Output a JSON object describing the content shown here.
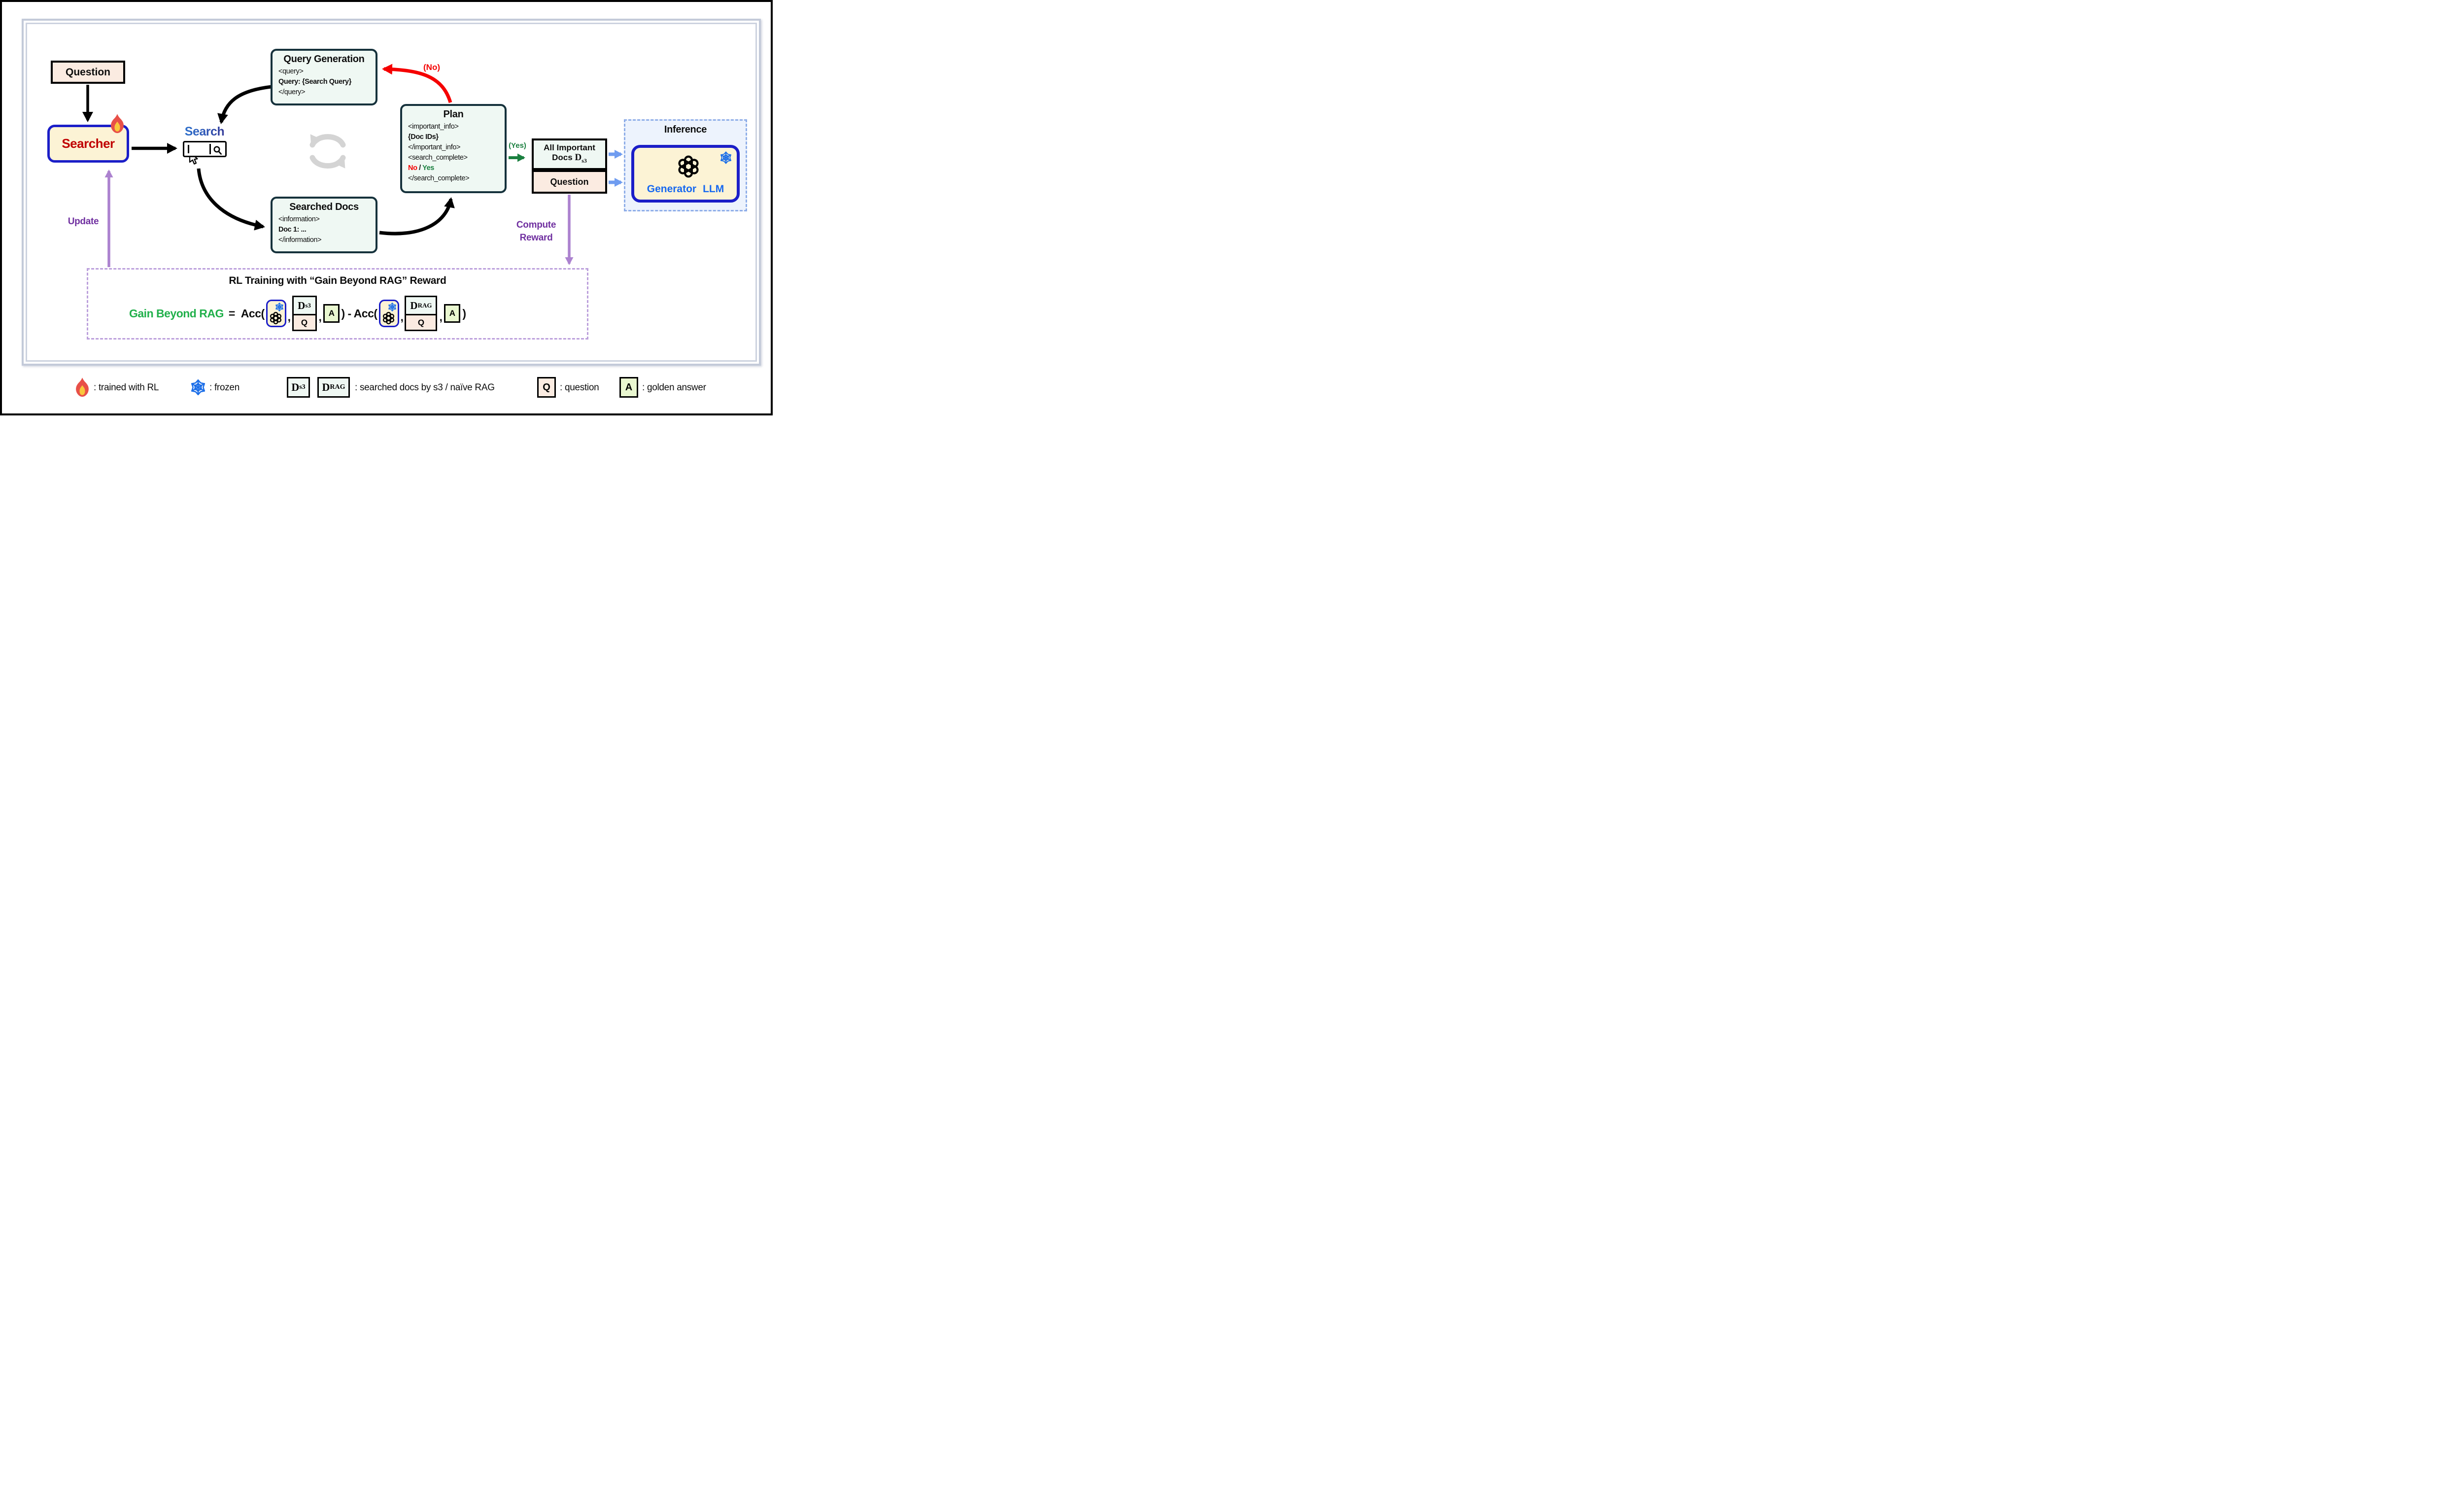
{
  "nodes": {
    "question_left": {
      "label": "Question"
    },
    "searcher": {
      "label": "Searcher"
    },
    "search": {
      "label": "Search"
    },
    "query_generation": {
      "title": "Query Generation",
      "lines": [
        "<query>",
        "Query: {Search Query}",
        "</query>"
      ]
    },
    "plan": {
      "title": "Plan",
      "lines": [
        "<important_info>",
        "{Doc IDs}",
        "</important_info>",
        "<search_complete>"
      ],
      "no": "No",
      "slash": " / ",
      "yes": "Yes",
      "close": "</search_complete>"
    },
    "searched_docs": {
      "title": "Searched Docs",
      "lines": [
        "<information>",
        "Doc 1: ...",
        "</information>"
      ]
    },
    "all_important_docs": {
      "line1": "All Important",
      "line2_prefix": "Docs",
      "d": "D",
      "sub": "s3"
    },
    "question_right": {
      "label": "Question"
    },
    "inference": {
      "title": "Inference"
    },
    "generator_llm": {
      "word1": "Generator",
      "word2": "LLM"
    }
  },
  "edges": {
    "no_label": "(No)",
    "yes_label": "(Yes)",
    "update_label": "Update",
    "compute_reward_line1": "Compute",
    "compute_reward_line2": "Reward"
  },
  "rl_box": {
    "title": "RL Training with “Gain Beyond RAG” Reward",
    "formula": {
      "lhs": "Gain Beyond RAG",
      "equals": "=",
      "acc_open": "Acc(",
      "comma": ",",
      "d_s3_base": "D",
      "d_s3_sub": "s3",
      "d_rag_base": "D",
      "d_rag_sub": "RAG",
      "q": "Q",
      "a": "A",
      "close_minus_open": ") - Acc(",
      "close": ")"
    }
  },
  "legend": {
    "fire_text": ": trained with RL",
    "frozen_text": ": frozen",
    "d_s3_base": "D",
    "d_s3_sub": "s3",
    "d_rag_base": "D",
    "d_rag_sub": "RAG",
    "docs_text": ": searched docs by s3 / naïve RAG",
    "q": "Q",
    "q_text": ": question",
    "a": "A",
    "a_text": ": golden answer"
  },
  "colors": {
    "mint_fill": "#eff8f3",
    "peach_fill": "#fbebe1",
    "cream_fill": "#fcf3d5",
    "slate_border": "#16323c",
    "blue_border": "#1b1ec8",
    "searcher_red": "#c00000",
    "generator_blue": "#1668f0",
    "inference_fill": "#edf3fd",
    "inference_border": "#8faee8",
    "blue_arrow": "#6f9cf0",
    "green": "#1b8040",
    "red": "#f50000",
    "purple_text": "#7030a0",
    "purple_arrow": "#ac82cf",
    "rl_border": "#bca0dc",
    "gain_green": "#21b04b",
    "gray_cycle": "#d4d4d4",
    "a_fill": "#e9f7d0"
  }
}
